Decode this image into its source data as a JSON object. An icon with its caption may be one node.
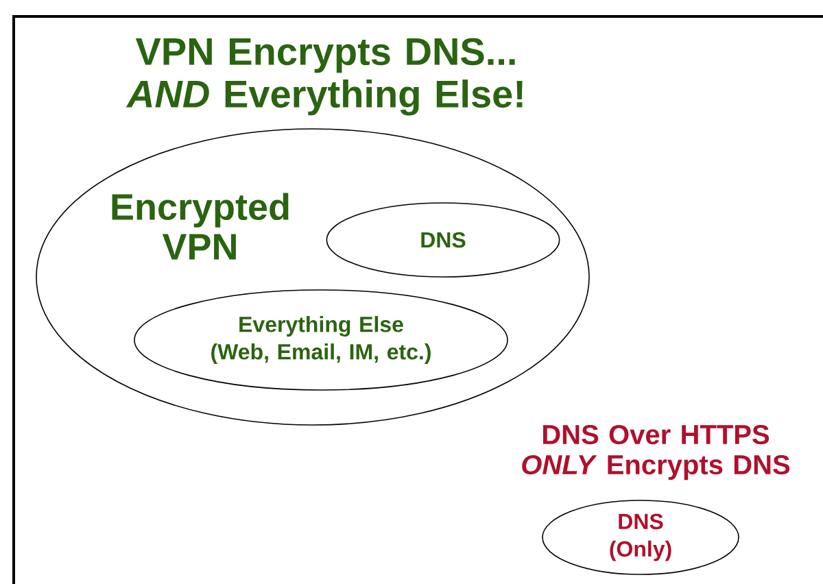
{
  "diagram": {
    "title": "VPN Encrypts DNS... *AND* Everything Else!",
    "nodes": [
      {
        "text": [
          "Encrypted VPN"
        ]
      },
      {
        "text": [
          "DNS"
        ],
        "in": 0
      },
      {
        "text": [
          "Everything Else (Web, Email, IM, etc.)"
        ],
        "in": 0
      },
      {
        "text": [
          "DNS (Only)"
        ]
      }
    ],
    "labels": [
      "DNS Over HTTPS *ONLY* Encrypts DNS"
    ]
  }
}
